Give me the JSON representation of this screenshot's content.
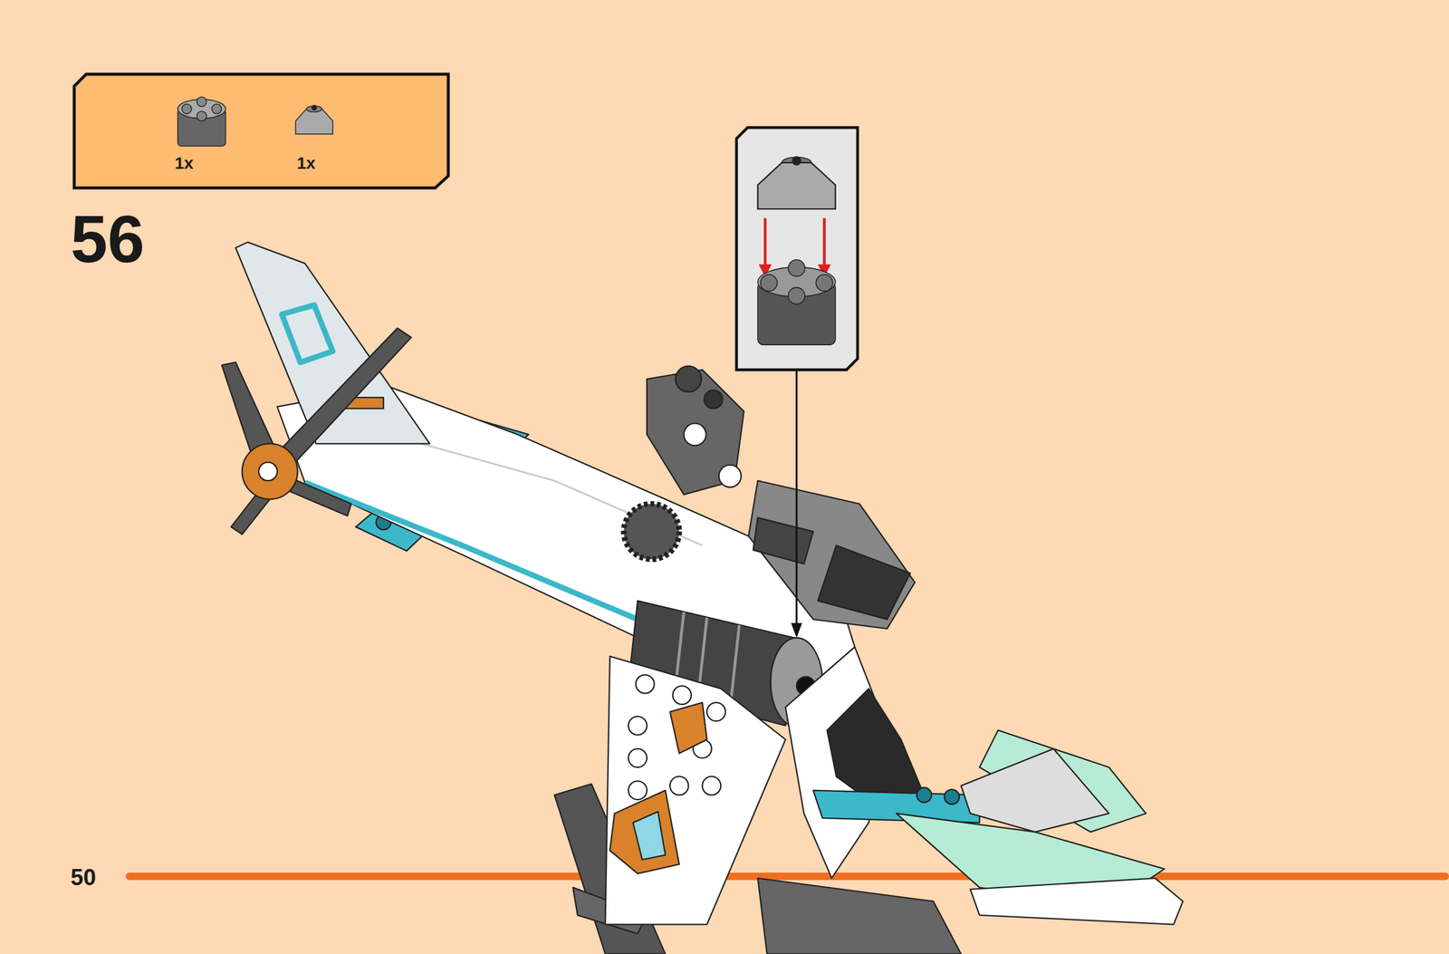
{
  "diagram": {
    "nodes": [
      {
        "text": [
          "1x",
          "1x"
        ]
      }
    ],
    "labels": [
      "56",
      "50"
    ]
  }
}
